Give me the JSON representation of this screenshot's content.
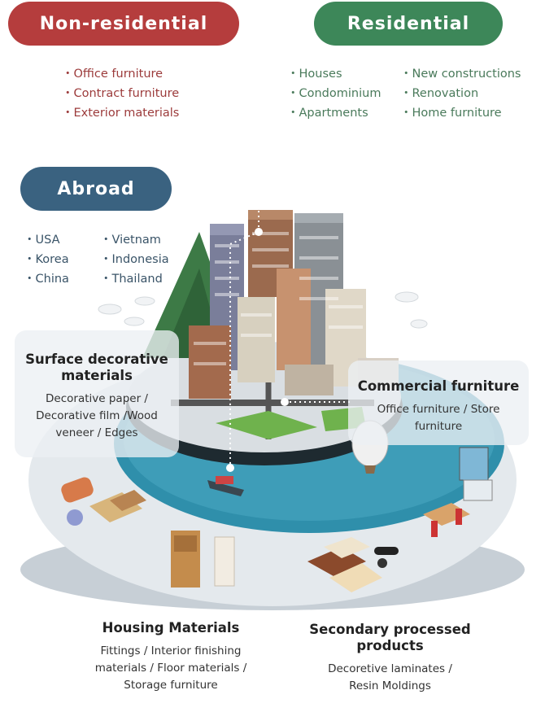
{
  "categories": {
    "non_residential": {
      "title": "Non-residential",
      "items": [
        "Office furniture",
        "Contract furniture",
        "Exterior materials"
      ],
      "color": "#b53d3d"
    },
    "residential": {
      "title": "Residential",
      "items_left": [
        "Houses",
        "Condominium",
        "Apartments"
      ],
      "items_right": [
        "New constructions",
        "Renovation",
        "Home furniture"
      ],
      "color": "#3d8759"
    },
    "abroad": {
      "title": "Abroad",
      "items_left": [
        "USA",
        "Korea",
        "China"
      ],
      "items_right": [
        "Vietnam",
        "Indonesia",
        "Thailand"
      ],
      "color": "#3a6280"
    }
  },
  "products": {
    "surface": {
      "title": "Surface decorative materials",
      "desc": "Decorative paper / Decorative film /Wood veneer /  Edges"
    },
    "commercial": {
      "title": "Commercial furniture",
      "desc": "Office furniture / Store furniture"
    },
    "housing": {
      "title": "Housing Materials",
      "desc": "Fittings  / Interior finishing materials / Floor materials / Storage furniture"
    },
    "secondary": {
      "title": "Secondary processed products",
      "desc": "Decoretive laminates / Resin Moldings"
    }
  }
}
